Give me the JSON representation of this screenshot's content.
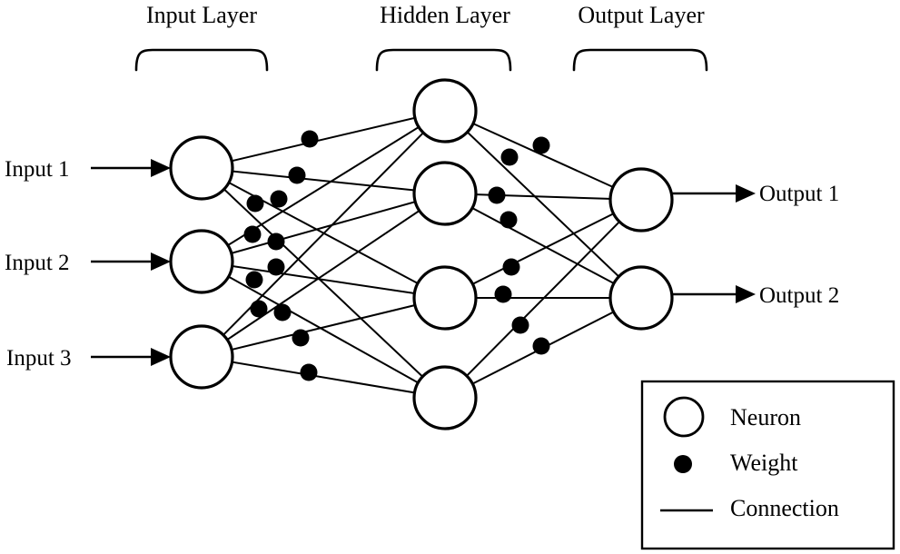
{
  "layers": {
    "input": "Input Layer",
    "hidden": "Hidden Layer",
    "output": "Output Layer"
  },
  "inputs": [
    "Input 1",
    "Input 2",
    "Input 3"
  ],
  "outputs": [
    "Output 1",
    "Output 2"
  ],
  "legend": {
    "neuron": "Neuron",
    "weight": "Weight",
    "connection": "Connection"
  }
}
